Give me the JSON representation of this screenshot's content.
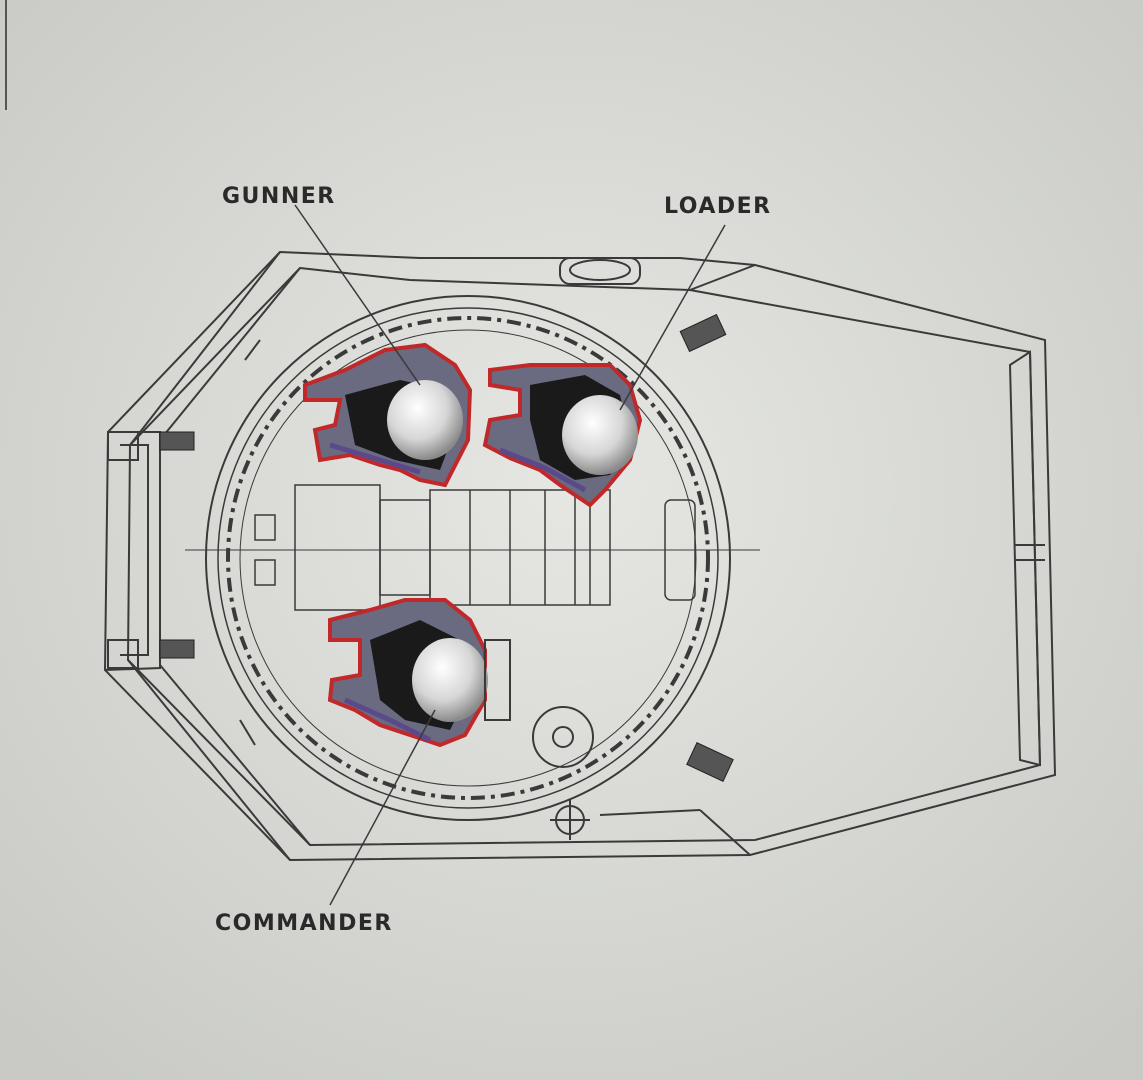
{
  "labels": {
    "gunner": "GUNNER",
    "loader": "LOADER",
    "commander": "COMMANDER"
  },
  "colors": {
    "paper": "#dcddd9",
    "line": "#3a3a3a",
    "seat_outline": "#c0282a",
    "seat_accent": "#5a4a8c",
    "hatch_dark": "#1a1a1a"
  },
  "icons": {
    "seat": "crew-seat-icon",
    "hatch": "hatch-icon",
    "periscope": "periscope-icon"
  }
}
